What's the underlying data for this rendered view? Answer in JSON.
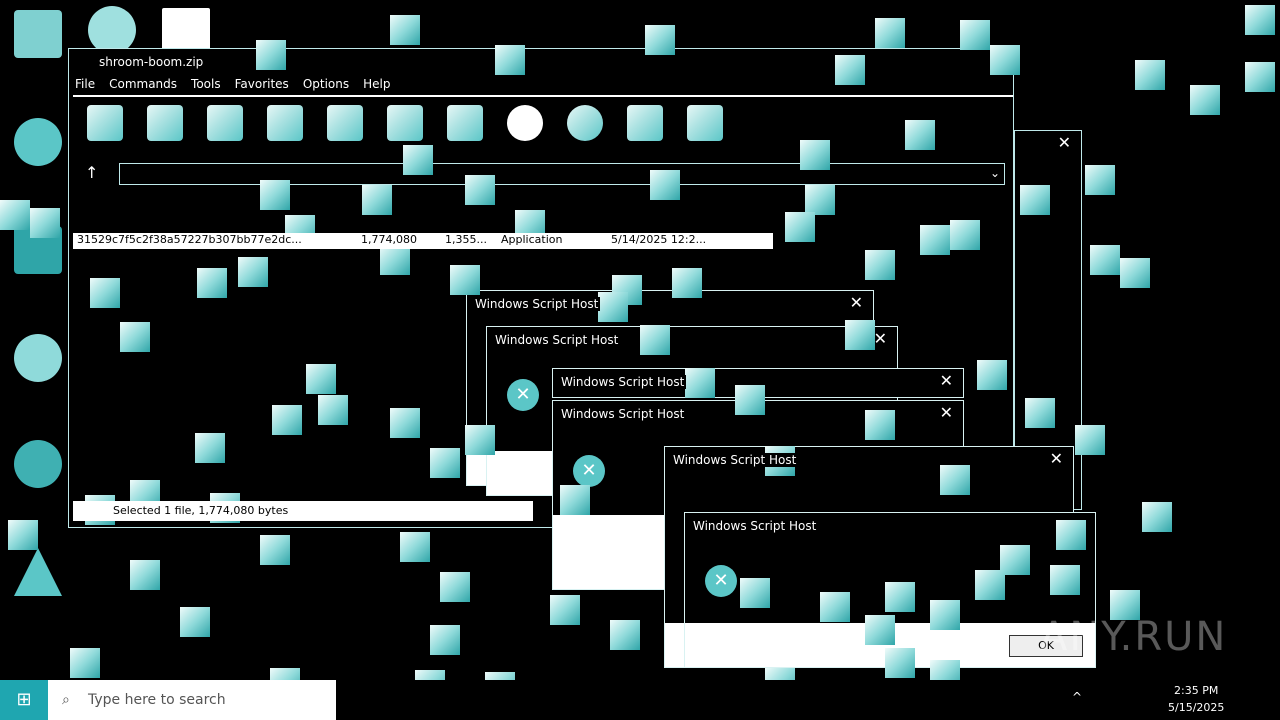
{
  "archive_window": {
    "title": "shroom-boom.zip",
    "menu": [
      "File",
      "Commands",
      "Tools",
      "Favorites",
      "Options",
      "Help"
    ],
    "toolbar_icons": [
      "add-icon",
      "extract-icon",
      "test-icon",
      "view-icon",
      "delete-icon",
      "find-icon",
      "wizard-icon",
      "info-icon",
      "virusscan-icon",
      "comment-icon",
      "sfx-icon"
    ],
    "file": {
      "name": "31529c7f5c2f38a57227b307bb77e2dc...",
      "size": "1,774,080",
      "packed": "1,355...",
      "type": "Application",
      "modified": "5/14/2025 12:2..."
    },
    "status": "Selected 1 file, 1,774,080 bytes"
  },
  "dialogs": [
    {
      "title": "Windows Script Host"
    },
    {
      "title": "Windows Script Host"
    },
    {
      "title": "Windows Script Host"
    },
    {
      "title": "Windows Script Host"
    },
    {
      "title": "Windows Script Host"
    },
    {
      "title": "Windows Script Host",
      "ok": "OK"
    }
  ],
  "taskbar": {
    "search_placeholder": "Type here to search",
    "time": "2:35 PM",
    "date": "5/15/2025"
  },
  "watermark": "ANY.RUN",
  "colors": {
    "accent": "#5bc6c7",
    "outline": "#bfe9ea"
  }
}
